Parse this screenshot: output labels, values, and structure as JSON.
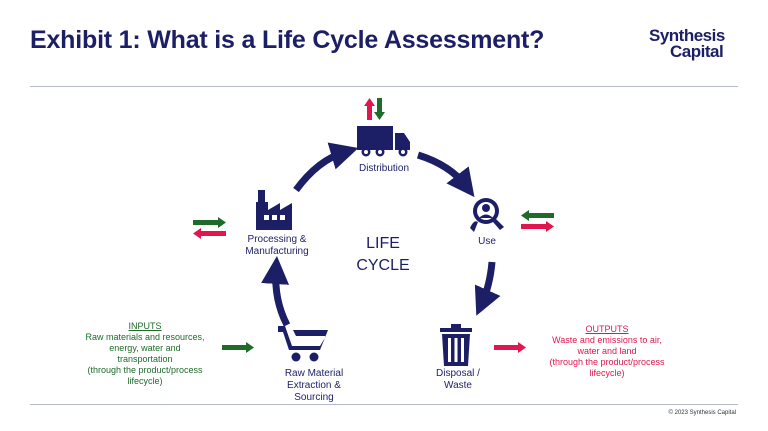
{
  "title": "Exhibit 1: What is a Life Cycle Assessment?",
  "logo": {
    "line1": "Synthesis",
    "line2": "Capital"
  },
  "center": {
    "line1": "LIFE",
    "line2": "CYCLE"
  },
  "stages": {
    "distribution": "Distribution",
    "use": "Use",
    "disposal": [
      "Disposal /",
      "Waste"
    ],
    "raw": [
      "Raw Material",
      "Extraction &",
      "Sourcing"
    ],
    "processing": [
      "Processing &",
      "Manufacturing"
    ]
  },
  "inputs": {
    "heading": "INPUTS",
    "lines": [
      "Raw materials and resources,",
      "energy, water and",
      "transportation",
      "(through the product/process",
      "lifecycle)"
    ]
  },
  "outputs": {
    "heading": "OUTPUTS",
    "lines": [
      "Waste and emissions to air,",
      "water and land",
      "(through the product/process",
      "lifecycle)"
    ]
  },
  "footer": "© 2023 Synthesis Capital",
  "colors": {
    "navy": "#1d1f66",
    "green": "#1e6b2a",
    "pink": "#e0174f"
  }
}
